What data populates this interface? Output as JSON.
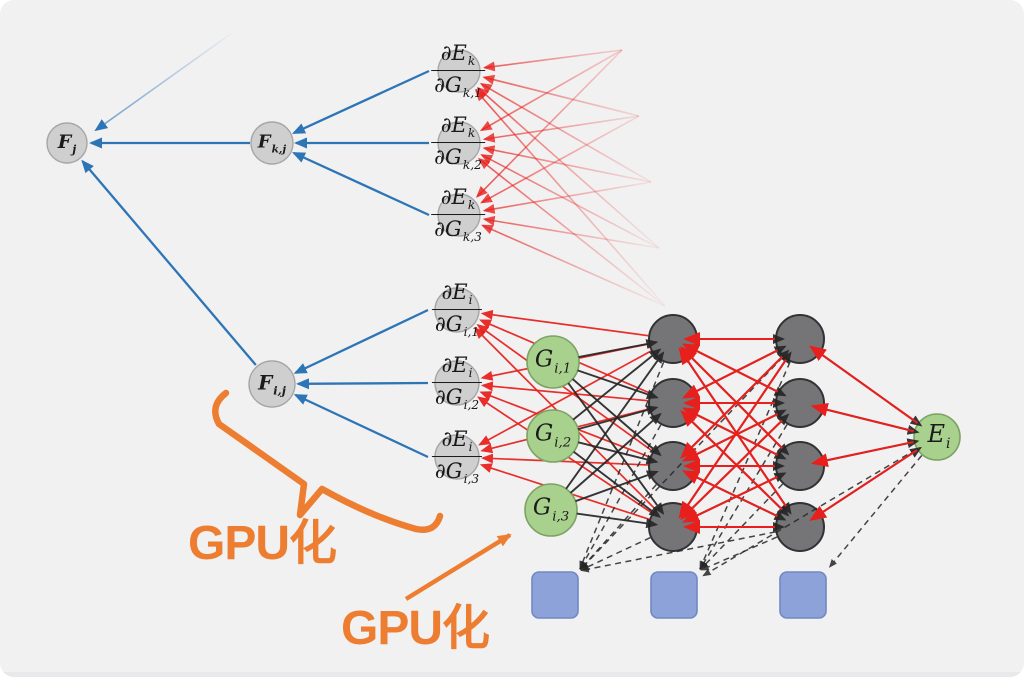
{
  "nodes": {
    "f_j": {
      "base": "F",
      "sub": "j"
    },
    "f_kj": {
      "base": "F",
      "sub": "k,j"
    },
    "f_ij": {
      "base": "F",
      "sub": "i,j"
    },
    "g_i1": {
      "base": "G",
      "sub": "i,1"
    },
    "g_i2": {
      "base": "G",
      "sub": "i,2"
    },
    "g_i3": {
      "base": "G",
      "sub": "i,3"
    },
    "e_i": {
      "base": "E",
      "sub": "i"
    }
  },
  "fractions": {
    "k1": {
      "num_base": "∂E",
      "num_sub": "k",
      "den_base": "∂G",
      "den_sub": "k,1"
    },
    "k2": {
      "num_base": "∂E",
      "num_sub": "k",
      "den_base": "∂G",
      "den_sub": "k,2"
    },
    "k3": {
      "num_base": "∂E",
      "num_sub": "k",
      "den_base": "∂G",
      "den_sub": "k,3"
    },
    "i1": {
      "num_base": "∂E",
      "num_sub": "i",
      "den_base": "∂G",
      "den_sub": "i,1"
    },
    "i2": {
      "num_base": "∂E",
      "num_sub": "i",
      "den_base": "∂G",
      "den_sub": "i,2"
    },
    "i3": {
      "num_base": "∂E",
      "num_sub": "i",
      "den_base": "∂G",
      "den_sub": "i,3"
    }
  },
  "annotations": {
    "gpu_1": "GPU化",
    "gpu_2": "GPU化"
  },
  "colors": {
    "orange": "#ed7d31",
    "blue": "#2e75b6",
    "red": "#e8201d",
    "ink": "#262626",
    "grayNode": "#cfcfd0",
    "darkNode": "#757577",
    "greenNode": "#a9d18e",
    "biasFill": "#8da2d8",
    "bg": "#f1f1f2"
  }
}
